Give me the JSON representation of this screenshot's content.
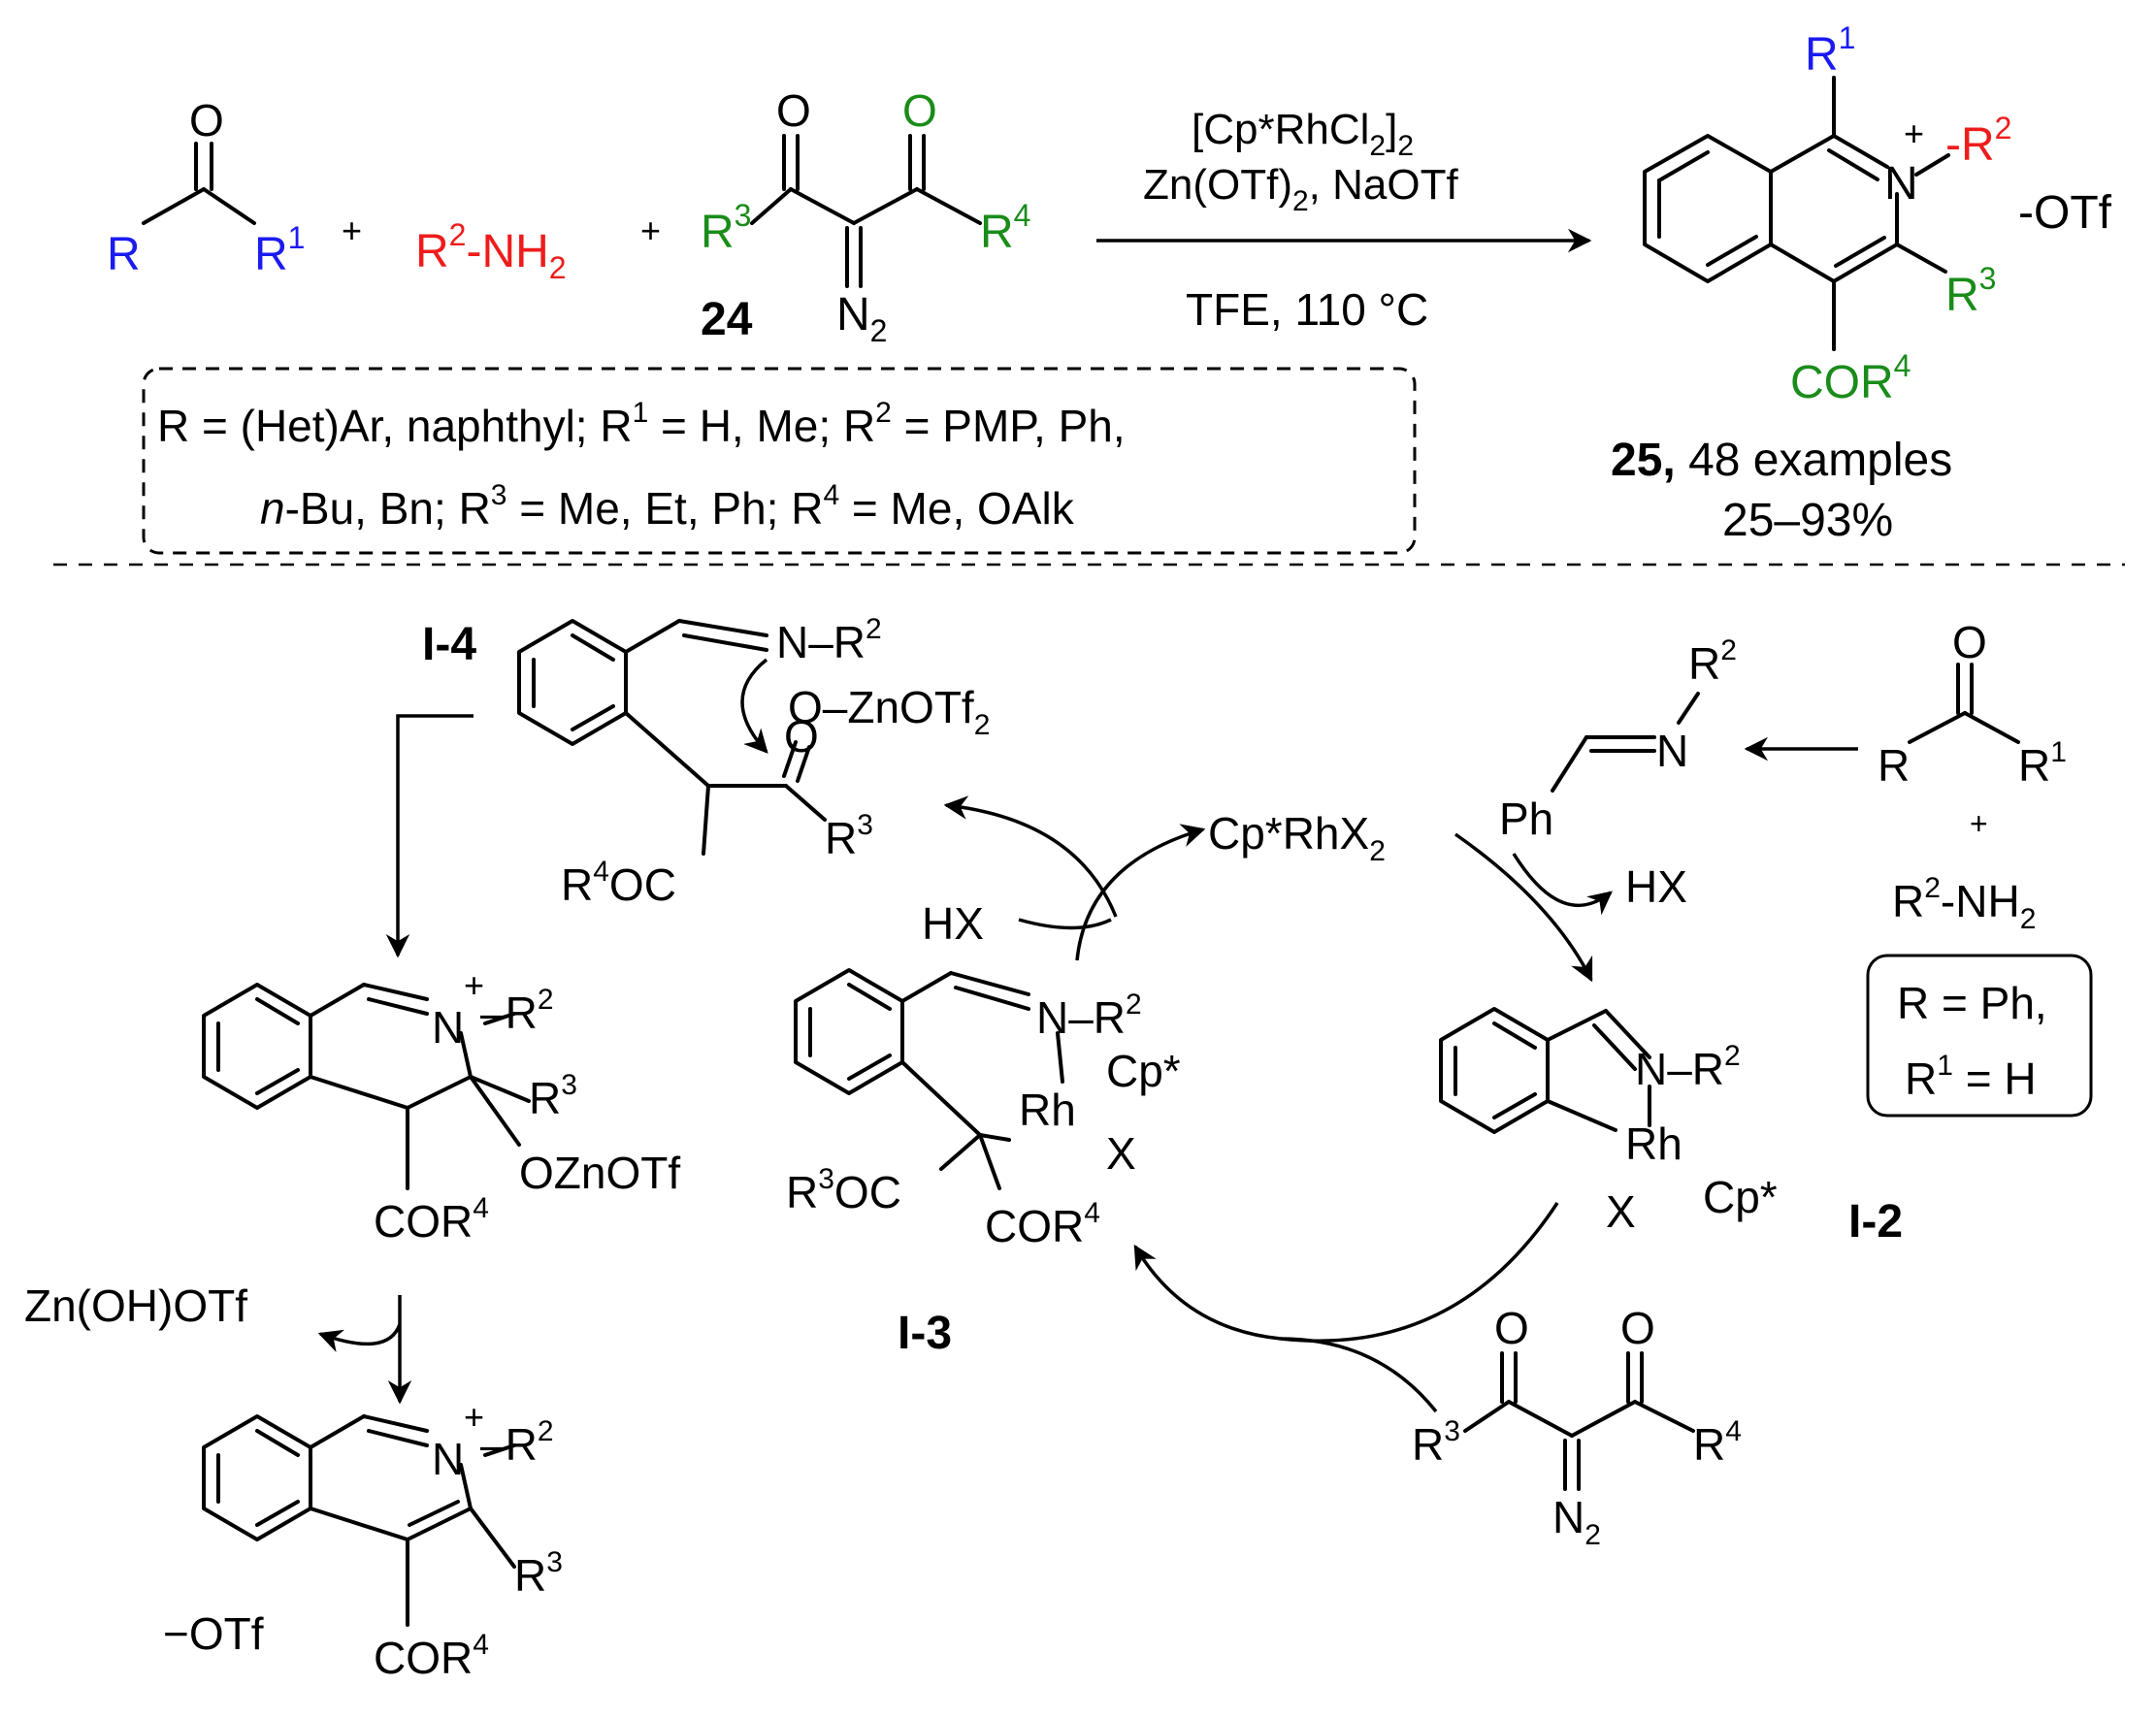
{
  "colors": {
    "blue": "#1b1bf0",
    "red": "#ee1c1c",
    "green": "#1a8c1a",
    "black": "#000000"
  },
  "reactants": {
    "ketone": {
      "O": "O",
      "R": "R",
      "R1": "R",
      "R1_sup": "1"
    },
    "plus": "+",
    "amine": {
      "R": "R",
      "sup": "2",
      "NH": "-NH",
      "sub": "2"
    },
    "diazo": {
      "O1": "O",
      "O2": "O",
      "R3": "R",
      "R3_sup": "3",
      "R4": "R",
      "R4_sup": "4",
      "N": "N",
      "N_sub": "2",
      "label": "24"
    }
  },
  "conditions": {
    "line1_a": "[Cp*RhCl",
    "line1_sub1": "2",
    "line1_b": "]",
    "line1_sub2": "2",
    "line2_a": "Zn(OTf)",
    "line2_sub": "2",
    "line2_b": ", NaOTf",
    "line3": "TFE, 110 °C"
  },
  "product": {
    "R1": "R",
    "R1_sup": "1",
    "N": "N",
    "plus": "+",
    "R2": "-R",
    "R2_sup": "2",
    "counterion": "-OTf",
    "R3": "R",
    "R3_sup": "3",
    "COR": "COR",
    "COR_sup": "4",
    "label_bold": "25,",
    "label_rest": " 48 examples",
    "yield": "25–93%"
  },
  "scope": {
    "l1a": "R = (Het)Ar,  naphthyl; R",
    "l1s1": "1",
    "l1b": " = H, Me; R",
    "l1s2": "2",
    "l1c": " = PMP,  Ph,",
    "l2a": "n",
    "l2b": "-Bu, Bn; R",
    "l2s1": "3",
    "l2c": " = Me, Et, Ph; R",
    "l2s2": "4",
    "l2d": " = Me, OAlk"
  },
  "mechanism": {
    "catalyst": "Cp*RhX",
    "catalyst_sub": "2",
    "hx": "HX",
    "i2": {
      "label": "I-2",
      "N": "N–R",
      "N_sup": "2",
      "Rh": "Rh",
      "X": "X",
      "Cp": "Cp*"
    },
    "imine": {
      "R": "R",
      "R_sup": "2",
      "N": "N",
      "Ph": "Ph"
    },
    "ketone2": {
      "O": "O",
      "R": "R",
      "R1": "R",
      "R1_sup": "1",
      "plus": "+",
      "amine": "R",
      "amine_sup": "2",
      "amine_mid": "-NH",
      "amine_sub": "2"
    },
    "box": {
      "l1": "R = Ph,",
      "l2a": "R",
      "l2s": "1",
      "l2b": " = H"
    },
    "diazo2": {
      "O": "O",
      "R3": "R",
      "R3_sup": "3",
      "R4": "R",
      "R4_sup": "4",
      "N": "N",
      "N_sub": "2"
    },
    "i3": {
      "label": "I-3",
      "N": "N–R",
      "N_sup": "2",
      "Rh": "Rh",
      "Cp": "Cp*",
      "X": "X",
      "R3OC": "R",
      "R3OC_sup": "3",
      "R3OC_tail": "OC",
      "COR": "COR",
      "COR_sup": "4"
    },
    "i4": {
      "label": "I-4",
      "N": "N–R",
      "N_sup": "2",
      "OZn": "O–ZnOTf",
      "OZn_sub": "2",
      "O": "O",
      "R3": "R",
      "R3_sup": "3",
      "R4OC": "R",
      "R4OC_sup": "4",
      "R4OC_tail": "OC"
    },
    "dihydro": {
      "N": "N",
      "plus": "+",
      "R2": "–R",
      "R2_sup": "2",
      "R3": "R",
      "R3_sup": "3",
      "OZn": "OZnOTf",
      "COR": "COR",
      "COR_sup": "4"
    },
    "zn": "Zn(OH)OTf",
    "final": {
      "N": "N",
      "plus": "+",
      "R2": "–R",
      "R2_sup": "2",
      "R3": "R",
      "R3_sup": "3",
      "COR": "COR",
      "COR_sup": "4",
      "otf": "−OTf"
    }
  }
}
